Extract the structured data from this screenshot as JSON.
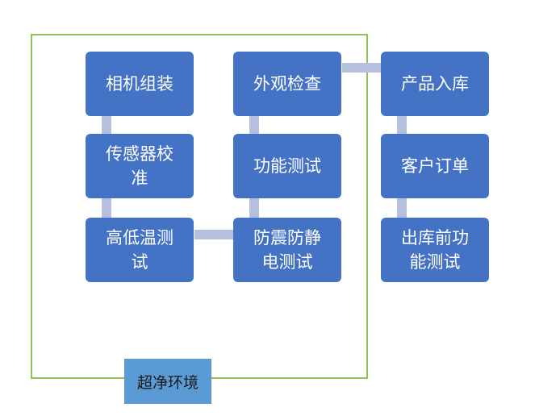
{
  "colors": {
    "node_fill": "#4472c4",
    "node_text": "#ffffff",
    "connector": "#b4c0dd",
    "frame_border": "#8fbf5a",
    "env_fill": "#5b9bd5"
  },
  "frame": {
    "label": "超净环境"
  },
  "steps": {
    "camera_assembly": "相机组装",
    "sensor_calibration": "传感器校准",
    "temp_test": "高低温测试",
    "visual_inspection": "外观检查",
    "function_test": "功能测试",
    "shock_esd_test": "防震防静电测试",
    "warehousing": "产品入库",
    "customer_order": "客户订单",
    "pre_shipment_test": "出库前功能测试"
  }
}
